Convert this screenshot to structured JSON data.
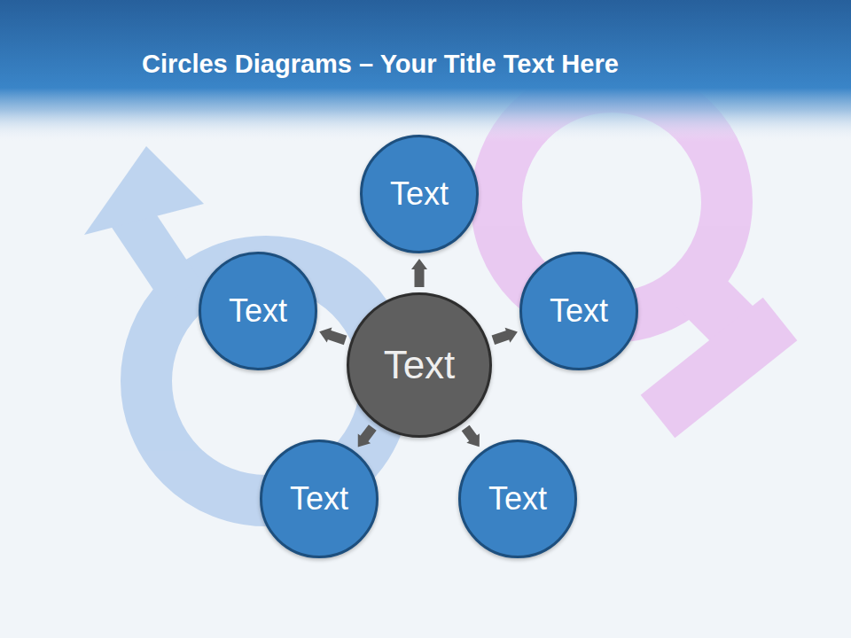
{
  "diagram": {
    "title": "Circles Diagrams – Your Title Text Here",
    "nodes": [
      {
        "text": [
          "Text"
        ]
      },
      {
        "text": [
          "Text"
        ]
      },
      {
        "text": [
          "Text"
        ]
      },
      {
        "text": [
          "Text"
        ]
      },
      {
        "text": [
          "Text"
        ]
      },
      {
        "text": [
          "Text"
        ]
      }
    ],
    "edges": [
      {
        "from": 0,
        "to": 1,
        "arrow": "to"
      },
      {
        "from": 0,
        "to": 2,
        "arrow": "to"
      },
      {
        "from": 0,
        "to": 3,
        "arrow": "to"
      },
      {
        "from": 0,
        "to": 4,
        "arrow": "to"
      },
      {
        "from": 0,
        "to": 5,
        "arrow": "to"
      }
    ]
  }
}
